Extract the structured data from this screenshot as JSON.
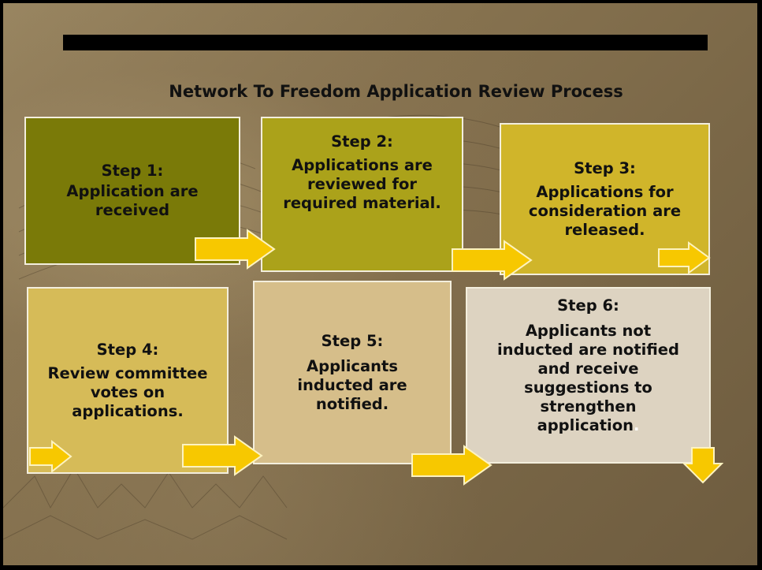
{
  "title": "Network To Freedom Application Review Process",
  "colors": {
    "step1": "#7a7a08",
    "step2": "#aba21a",
    "step3": "#d0b52a",
    "step4": "#d6bb58",
    "step5": "#d6be8a",
    "step6": "#ddd3c1",
    "arrow_fill": "#f7c800",
    "arrow_stroke": "#fdf3c0"
  },
  "steps": [
    {
      "label": "Step 1:",
      "text": "Application are received"
    },
    {
      "label": "Step 2:",
      "text": "Applications are reviewed for required material."
    },
    {
      "label": "Step 3:",
      "text": "Applications for consideration are released."
    },
    {
      "label": "Step 4:",
      "text": "Review committee votes on applications."
    },
    {
      "label": "Step 5:",
      "text": "Applicants inducted are notified."
    },
    {
      "label": "Step 6:",
      "text": "Applicants not inducted are notified and receive suggestions to strengthen application",
      "trailing": "."
    }
  ],
  "icons": [
    "right-arrow-icon",
    "down-arrow-icon"
  ]
}
